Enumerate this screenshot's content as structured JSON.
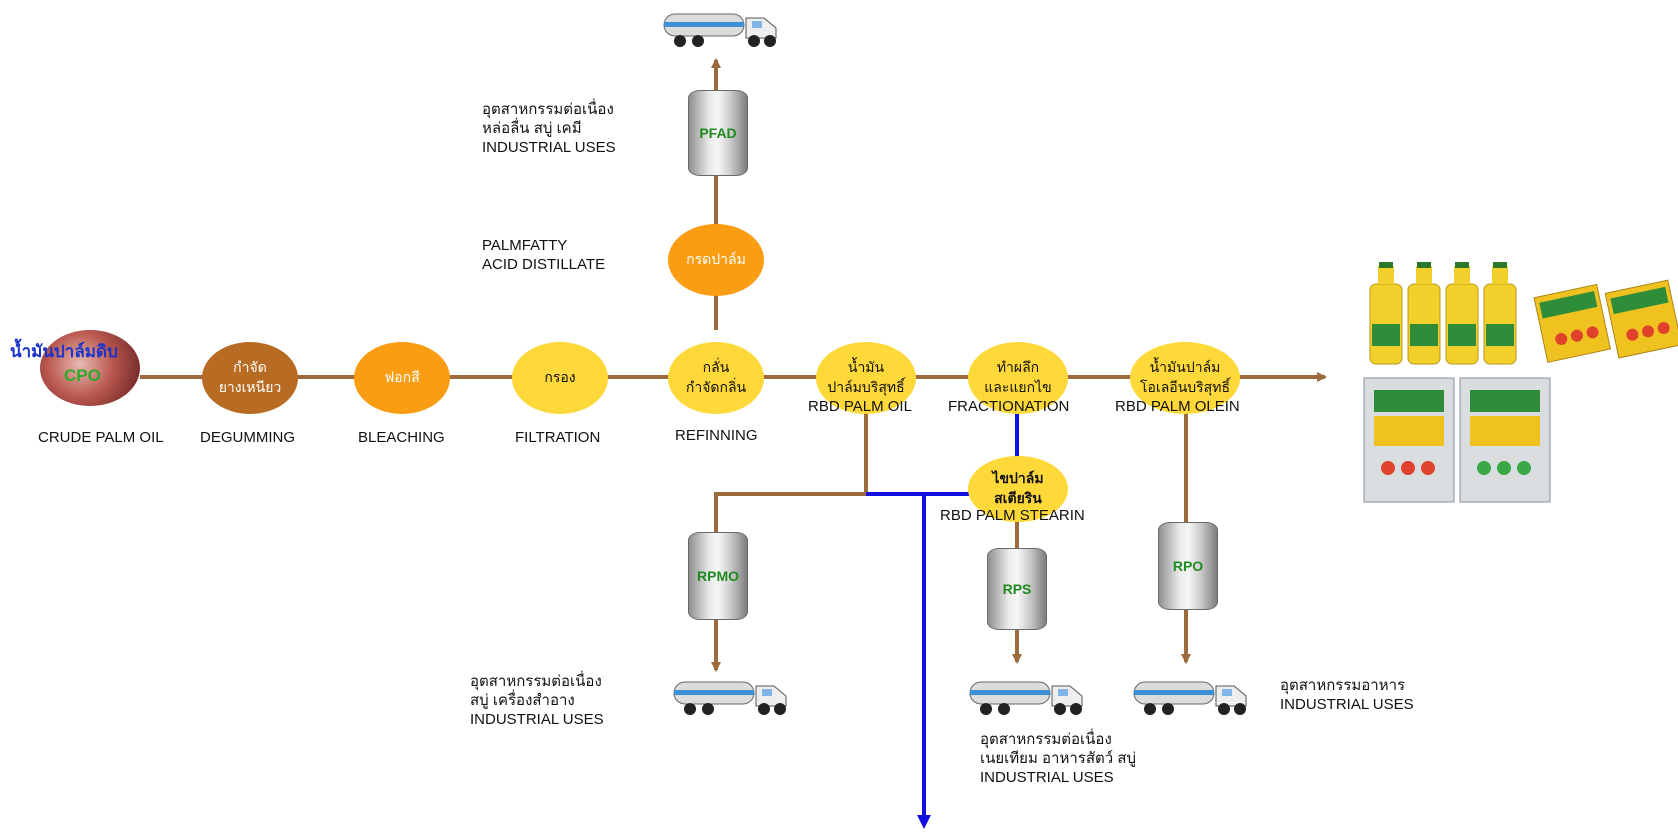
{
  "colors": {
    "flow": "#9c6a3b",
    "branch": "#1010e0",
    "yellow": "#ffd83a",
    "orange": "#fb9d12",
    "brown": "#cf7a2a",
    "tank_label": "#1f8a1f",
    "crude_title": "#1a33cc"
  },
  "crude": {
    "thai": "น้ำมันปาล์มดิบ",
    "abbr": "CPO",
    "label": "CRUDE PALM OIL"
  },
  "steps": [
    {
      "thai": [
        "กำจัด",
        "ยางเหนียว"
      ],
      "label": "DEGUMMING"
    },
    {
      "thai": [
        "ฟอกสี"
      ],
      "label": "BLEACHING"
    },
    {
      "thai": [
        "กรอง"
      ],
      "label": "FILTRATION"
    },
    {
      "thai": [
        "กลั่น",
        "กำจัดกลิ่น"
      ],
      "label": "REFINNING"
    },
    {
      "thai": [
        "น้ำมัน",
        "ปาล์มบริสุทธิ์"
      ],
      "label": "RBD PALM OIL"
    },
    {
      "thai": [
        "ทำผลึก",
        "และแยกไข"
      ],
      "label": "FRACTIONATION"
    },
    {
      "thai": [
        "น้ำมันปาล์ม",
        "โอเลอีนบริสุทธิ์"
      ],
      "label": "RBD PALM OLEIN"
    }
  ],
  "pfad_branch": {
    "node_thai": "กรดปาล์ม",
    "label": [
      "PALMFATTY",
      "ACID  DISTILLATE"
    ],
    "tank": "PFAD",
    "uses": [
      "อุตสาหกรรมต่อเนื่อง",
      "หล่อลื่น สบู่ เคมี",
      "INDUSTRIAL  USES"
    ]
  },
  "stearin_branch": {
    "node_thai": [
      "ไขปาล์ม",
      "สเตียริน"
    ],
    "label": "RBD PALM STEARIN",
    "tank": "RPS",
    "uses": [
      "อุตสาหกรรมต่อเนื่อง",
      "เนยเทียม อาหารสัตว์ สบู่",
      "INDUSTRIAL  USES"
    ]
  },
  "rpmo_branch": {
    "tank": "RPMO",
    "uses": [
      "อุตสาหกรรมต่อเนื่อง",
      "สบู่ เครื่องสำอาง",
      "INDUSTRIAL  USES"
    ]
  },
  "rpo_branch": {
    "tank": "RPO",
    "uses": [
      "อุตสาหกรรมอาหาร",
      "INDUSTRIAL  USES"
    ]
  },
  "icons": [
    "tanker-truck-icon",
    "storage-tank-icon",
    "oil-bottle-icon",
    "oil-pouch-icon",
    "oil-tin-icon"
  ]
}
